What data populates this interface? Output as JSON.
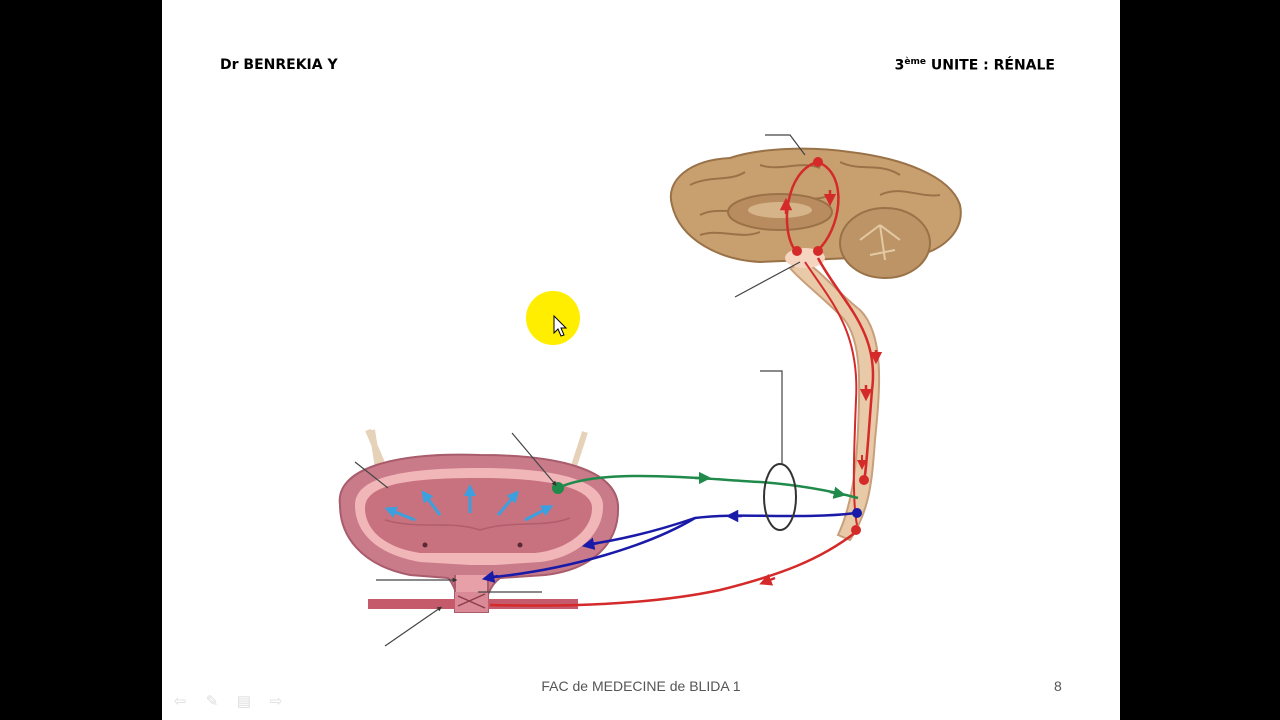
{
  "header": {
    "left": "Dr BENREKIA Y",
    "right_prefix": "3",
    "right_sup": "ème",
    "right_rest": " UNITE : RÉNALE"
  },
  "footer": {
    "text": "FAC de MEDECINE de BLIDA 1",
    "page_number": "8"
  },
  "nav_icons": [
    "arrow-left-icon",
    "pen-icon",
    "menu-icon",
    "arrow-right-icon"
  ],
  "colors": {
    "brain": "#c8a070",
    "bladder": "#c97b8a",
    "sympathetic_path": "#1a1aa8",
    "parasympathetic_path": "#d42a2a",
    "afferent_path": "#1f8a4a",
    "stretch_arrows": "#3aa0e0",
    "pointer_highlight": "#ffee00"
  }
}
